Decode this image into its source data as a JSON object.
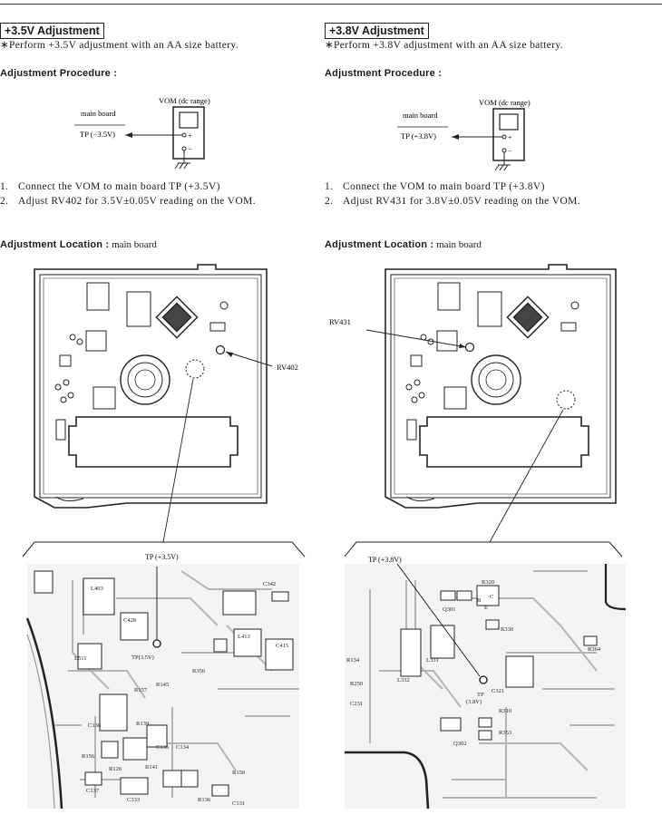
{
  "left": {
    "heading": "+3.5V  Adjustment",
    "note": "∗Perform  +3.5V  adjustment  with  an  AA  size  battery.",
    "procedure_heading": "Adjustment  Procedure :",
    "diagram": {
      "vom_label": "VOM (dc range)",
      "board_label": "main board",
      "tp_label": "TP (−3.5V)"
    },
    "steps": [
      {
        "num": "1.",
        "text": "Connect  the  VOM  to  main  board  TP  (+3.5V)"
      },
      {
        "num": "2.",
        "text": "Adjust  RV402  for  3.5V±0.05V  reading  on  the  VOM."
      }
    ],
    "location_heading": "Adjustment  Location :",
    "location_value": " main  board",
    "board_callout": "RV402",
    "detail_tp": "TP (+3.5V)",
    "detail_labels": [
      "L403",
      "C428",
      "C342",
      "L413",
      "C415",
      "L511",
      "TP(3.5V)",
      "R157",
      "R145",
      "C136",
      "R156",
      "R356",
      "R126",
      "R139",
      "C135",
      "C134",
      "R141",
      "R150",
      "C137",
      "C333",
      "R136",
      "C131"
    ]
  },
  "right": {
    "heading": "+3.8V  Adjustment",
    "note": "∗Perform  +3.8V  adjustment  with  an  AA  size  battery.",
    "procedure_heading": "Adjustment  Procedure :",
    "diagram": {
      "vom_label": "VOM (dc range)",
      "board_label": "main board",
      "tp_label": "TP (+3.8V)"
    },
    "steps": [
      {
        "num": "1.",
        "text": "Connect  the  VOM  to  main  board  TP  (+3.8V)"
      },
      {
        "num": "2.",
        "text": "Adjust  RV431  for  3.8V±0.05V  reading  on  the  VOM."
      }
    ],
    "location_heading": "Adjustment  Location :",
    "location_value": " main  board",
    "board_callout": "RV431",
    "detail_tp": "TP (+3.8V)",
    "detail_labels": [
      "R320",
      "Q301",
      "R330",
      "L332",
      "L331",
      "R134",
      "R250",
      "C231",
      "TP",
      "(3.8V)",
      "C321",
      "R310",
      "R353",
      "Q302",
      "R364",
      "B",
      "C",
      "E"
    ]
  }
}
